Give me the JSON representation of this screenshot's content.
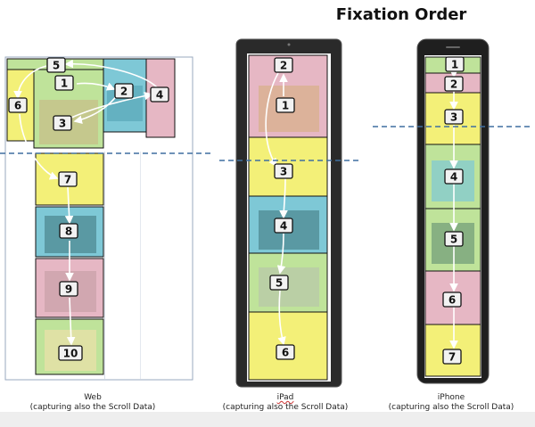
{
  "title": "Fixation Order",
  "panels": [
    {
      "name": "Web",
      "subtitle": "(capturing also the Scroll Data)",
      "fixations": [
        "1",
        "2",
        "3",
        "4",
        "5",
        "6",
        "7",
        "8",
        "9",
        "10"
      ]
    },
    {
      "name": "iPad",
      "subtitle": "(capturing also the Scroll Data)",
      "fixations": [
        "1",
        "2",
        "3",
        "4",
        "5",
        "6"
      ]
    },
    {
      "name": "iPhone",
      "subtitle": "(capturing also the Scroll Data)",
      "fixations": [
        "1",
        "2",
        "3",
        "4",
        "5",
        "6",
        "7"
      ]
    }
  ],
  "colors": {
    "yellow": "#f3f078",
    "blue": "#7ec8d6",
    "pink": "#e6b7c4",
    "green": "#bfe39a",
    "fold_line": "#3f6fa0",
    "arrow": "#ffffff",
    "label_bg": "#f2f2f2"
  }
}
